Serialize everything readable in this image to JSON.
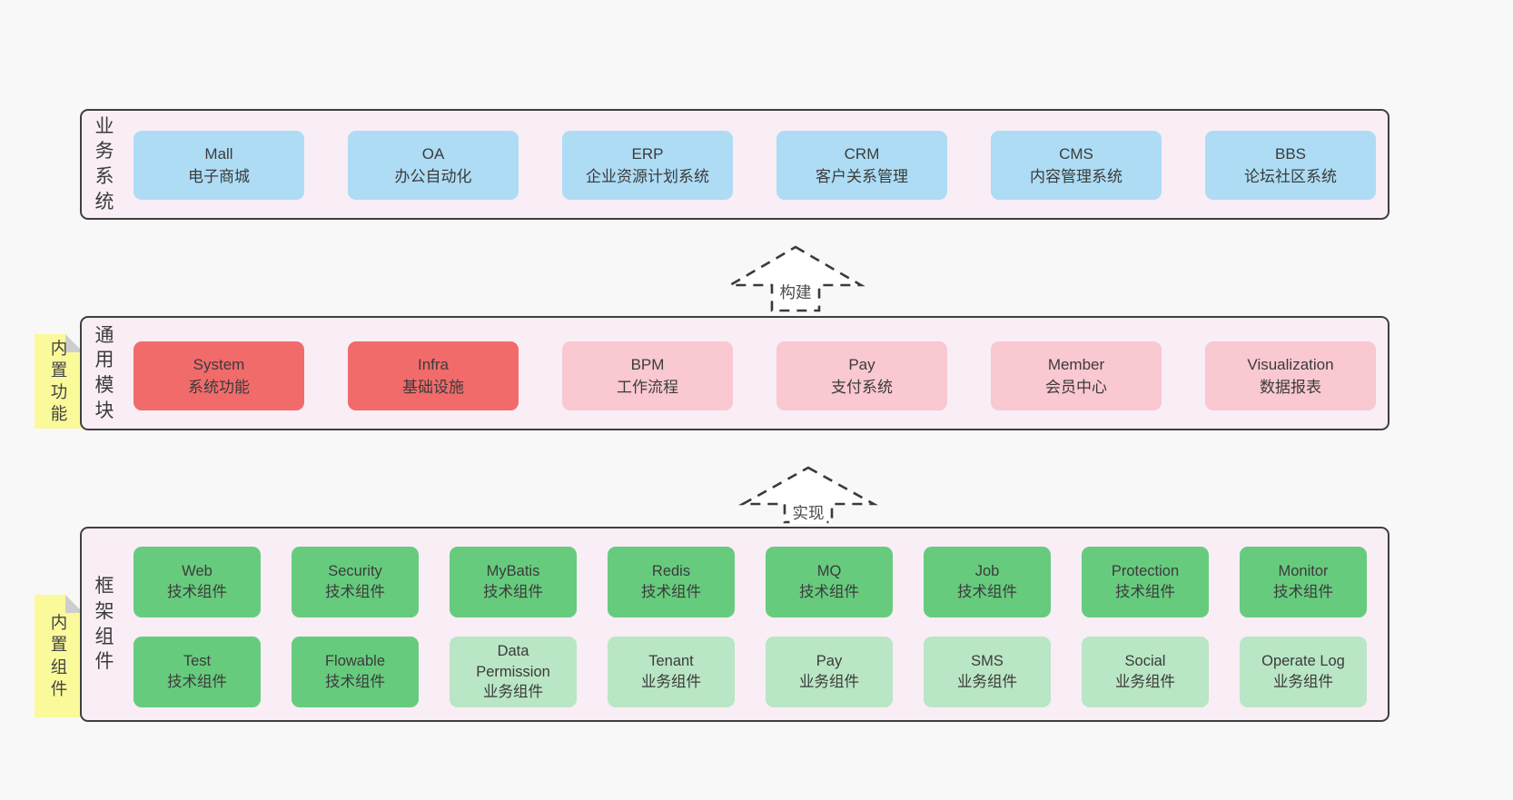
{
  "colors": {
    "page_bg": "#f8f8f8",
    "panel_bg": "#f9edf6",
    "panel_border": "#3f3f3f",
    "box_blue": "#aedcf5",
    "box_red": "#f16b6b",
    "box_pink": "#f9c8d1",
    "box_green_dark": "#67cb7e",
    "box_green_light": "#b9e6c4",
    "note_yellow": "#fafa9b",
    "note_fold_gray": "#cdcdcd"
  },
  "layers": {
    "business": {
      "side_label": "业务系统",
      "boxes": [
        {
          "title": "Mall",
          "subtitle": "电子商城"
        },
        {
          "title": "OA",
          "subtitle": "办公自动化"
        },
        {
          "title": "ERP",
          "subtitle": "企业资源计划系统"
        },
        {
          "title": "CRM",
          "subtitle": "客户关系管理"
        },
        {
          "title": "CMS",
          "subtitle": "内容管理系统"
        },
        {
          "title": "BBS",
          "subtitle": "论坛社区系统"
        }
      ]
    },
    "modules": {
      "side_label": "通用模块",
      "note": "内置功能",
      "boxes": [
        {
          "title": "System",
          "subtitle": "系统功能"
        },
        {
          "title": "Infra",
          "subtitle": "基础设施"
        },
        {
          "title": "BPM",
          "subtitle": "工作流程"
        },
        {
          "title": "Pay",
          "subtitle": "支付系统"
        },
        {
          "title": "Member",
          "subtitle": "会员中心"
        },
        {
          "title": "Visualization",
          "subtitle": "数据报表"
        }
      ]
    },
    "components": {
      "side_label": "框架组件",
      "note": "内置组件",
      "rows": [
        [
          {
            "title": "Web",
            "subtitle": "技术组件"
          },
          {
            "title": "Security",
            "subtitle": "技术组件"
          },
          {
            "title": "MyBatis",
            "subtitle": "技术组件"
          },
          {
            "title": "Redis",
            "subtitle": "技术组件"
          },
          {
            "title": "MQ",
            "subtitle": "技术组件"
          },
          {
            "title": "Job",
            "subtitle": "技术组件"
          },
          {
            "title": "Protection",
            "subtitle": "技术组件"
          },
          {
            "title": "Monitor",
            "subtitle": "技术组件"
          }
        ],
        [
          {
            "title": "Test",
            "subtitle": "技术组件"
          },
          {
            "title": "Flowable",
            "subtitle": "技术组件"
          },
          {
            "title": "Data Permission",
            "subtitle": "业务组件"
          },
          {
            "title": "Tenant",
            "subtitle": "业务组件"
          },
          {
            "title": "Pay",
            "subtitle": "业务组件"
          },
          {
            "title": "SMS",
            "subtitle": "业务组件"
          },
          {
            "title": "Social",
            "subtitle": "业务组件"
          },
          {
            "title": "Operate Log",
            "subtitle": "业务组件"
          }
        ]
      ]
    }
  },
  "arrows": [
    {
      "label": "构建"
    },
    {
      "label": "实现"
    }
  ]
}
